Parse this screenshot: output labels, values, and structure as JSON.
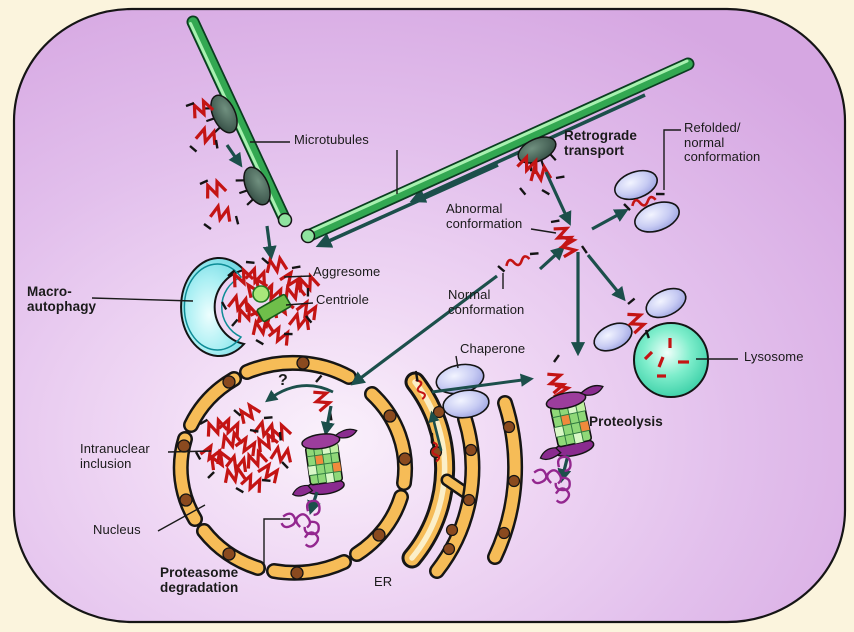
{
  "labels": {
    "microtubules": "Microtubules",
    "retrograde_transport": "Retrograde\ntransport",
    "refolded": "Refolded/\nnormal\nconformation",
    "abnormal": "Abnormal\nconformation",
    "normal": "Normal\nconformation",
    "chaperone": "Chaperone",
    "aggresome": "Aggresome",
    "centriole": "Centriole",
    "macroautophagy": "Macro-\nautophagy",
    "intranuclear_inclusion": "Intranuclear\ninclusion",
    "nucleus": "Nucleus",
    "question_mark": "?",
    "proteasome_degradation": "Proteasome\ndegradation",
    "er": "ER",
    "proteolysis": "Proteolysis",
    "lysosome": "Lysosome"
  },
  "colors": {
    "page_background": "#FBF4DD",
    "cell_edge": "#D6A7E2",
    "cell_center": "#FAF1FB",
    "microtubule_green": "#33A852",
    "arrow_teal": "#1C4F4B",
    "misfolded_protein_red": "#C41414",
    "membrane_gold": "#F6BC57",
    "ribosome_brown": "#8A4A1F",
    "chaperone_lavender": "#C7CBF3",
    "lysosome_teal": "#2BC89E",
    "autophagosome_cyan": "#A9EFF3",
    "proteasome_cap_purple": "#8A2B8F",
    "degraded_peptide_purple": "#93278F",
    "label_text": "#1A1A1A"
  },
  "structures": [
    "cell-membrane",
    "microtubule",
    "dynein-motor",
    "misfolded-protein-cargo",
    "autophagosome",
    "aggresome",
    "centriole",
    "nuclear-envelope",
    "nuclear-pore",
    "intranuclear-inclusion",
    "proteasome",
    "degraded-peptides",
    "endoplasmic-reticulum",
    "ribosome",
    "chaperone-pair",
    "refolded-protein",
    "abnormal-protein",
    "normal-protein",
    "lysosome"
  ]
}
